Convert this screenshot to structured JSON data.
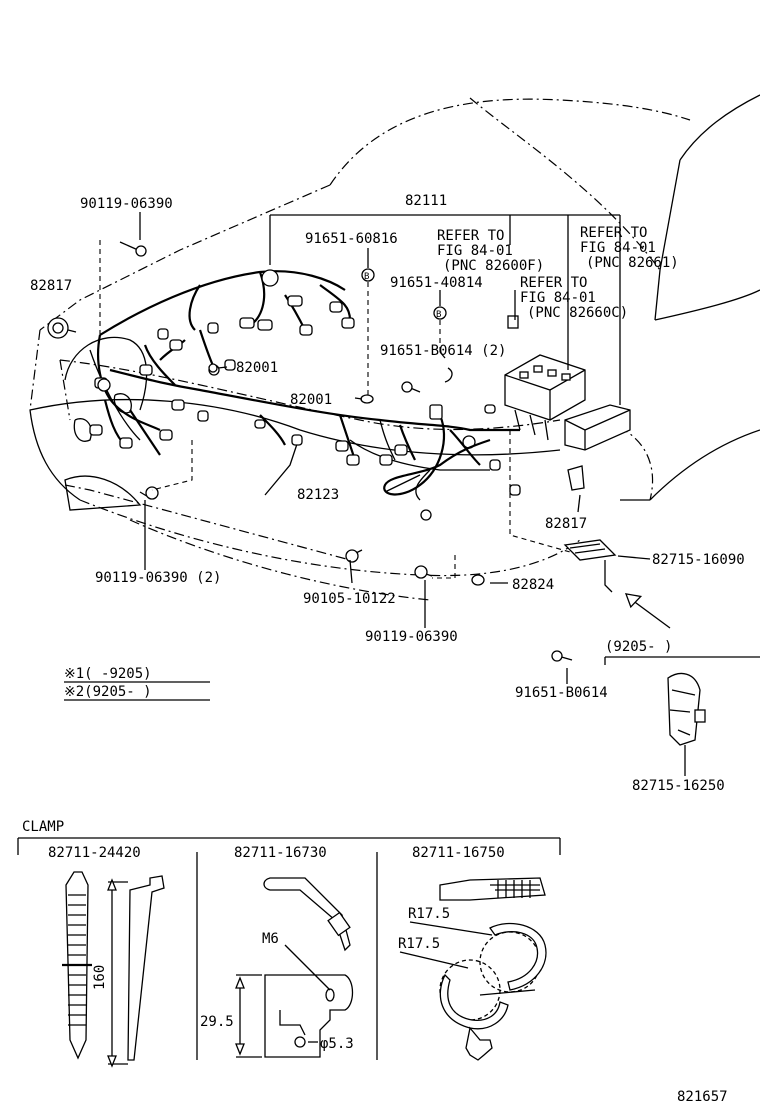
{
  "labels": {
    "p82111": "82111",
    "p90119_06390_top": "90119-06390",
    "p91651_60816": "91651-60816",
    "refer1_l1": "REFER TO",
    "refer1_l2": "FIG 84-01",
    "refer1_l3": "(PNC 82600F)",
    "refer2_l1": "REFER TO",
    "refer2_l2": "FIG 84-01",
    "refer2_l3": "(PNC 82661)",
    "refer3_l1": "REFER TO",
    "refer3_l2": "FIG 84-01",
    "refer3_l3": "(PNC 82660C)",
    "p82817_left": "82817",
    "p91651_40814": "91651-40814",
    "p82001_a": "82001",
    "p91651_B0614_2": "91651-B0614 (2)",
    "p82001_b": "82001",
    "p82123": "82123",
    "p82817_right": "82817",
    "p82715_16090": "82715-16090",
    "p90119_06390_2": "90119-06390 (2)",
    "p90105_10122": "90105-10122",
    "p82824": "82824",
    "p90119_06390_bot": "90119-06390",
    "p9205_range": "(9205-        )",
    "note1": "※1(     -9205)",
    "note2": "※2(9205-      )",
    "p91651_B0614": "91651-B0614",
    "p82715_16250": "82715-16250",
    "clamp_title": "CLAMP",
    "clamp1": "82711-24420",
    "clamp2": "82711-16730",
    "clamp3": "82711-16750",
    "dim_160": "160",
    "dim_M6": "M6",
    "dim_29_5": "29.5",
    "dim_phi53": "φ5.3",
    "dim_R175_a": "R17.5",
    "dim_R175_b": "R17.5",
    "figure_no": "821657"
  }
}
